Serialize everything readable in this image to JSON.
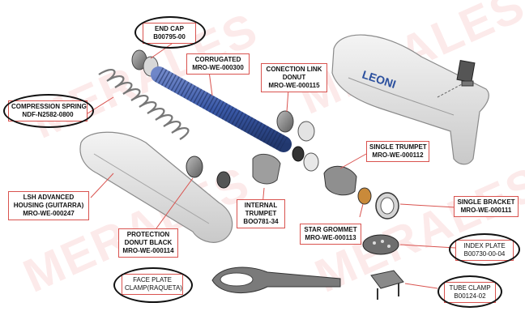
{
  "watermark": {
    "text": "MERALES",
    "color": "#e85a5a"
  },
  "labels": {
    "end_cap": {
      "name": "END CAP",
      "code": "B00795-00"
    },
    "corrugated": {
      "name": "CORRUGATED",
      "code": "MRO-WE-000300"
    },
    "connection_link": {
      "line1": "CONECTION LINK",
      "line2": "DONUT",
      "code": "MRO-WE-000115"
    },
    "compression_spring": {
      "name": "COMPRESSION SPRING",
      "code": "NDF-N2582-0800"
    },
    "single_trumpet": {
      "name": "SINGLE TRUMPET",
      "code": "MRO-WE-000112"
    },
    "lsh_housing": {
      "line1": "LSH ADVANCED",
      "line2": "HOUSING (GUITARRA)",
      "code": "MRO-WE-000247"
    },
    "internal_trumpet": {
      "line1": "INTERNAL",
      "line2": "TRUMPET",
      "code": "BOO781-34"
    },
    "single_bracket": {
      "name": "SINGLE BRACKET",
      "code": "MRO-WE-000111"
    },
    "protection_donut": {
      "line1": "PROTECTION",
      "line2": "DONUT BLACK",
      "code": "MRO-WE-000114"
    },
    "star_grommet": {
      "name": "STAR GROMMET",
      "code": "MRO-WE-000113"
    },
    "index_plate": {
      "name": "INDEX PLATE",
      "code": "B00730-00-04"
    },
    "face_plate": {
      "line1": "FACE PLATE",
      "line2": "CLAMP(RAQUETA)"
    },
    "tube_clamp": {
      "name": "TUBE CLAMP",
      "code": "B00124-02"
    }
  },
  "housing_brand": "LEONI",
  "colors": {
    "label_border": "#d9534f",
    "leader": "#d9534f",
    "corrugated": "#3a59a8",
    "brand": "#2a4f9e",
    "oval": "#111111"
  }
}
